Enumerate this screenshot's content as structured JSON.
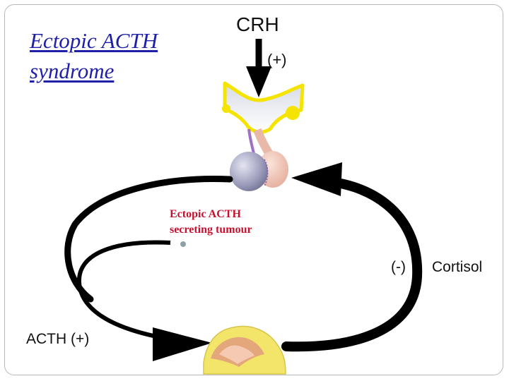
{
  "title": "Ectopic ACTH\nsyndrome",
  "labels": {
    "crh": "CRH",
    "crh_sign": "(+)",
    "tumour": "Ectopic  ACTH\n secreting tumour",
    "negative_feedback": "(-)",
    "cortisol": "Cortisol",
    "acth": "ACTH  (+)"
  },
  "colors": {
    "title": "#1f1fa8",
    "tumour_label": "#c8102e",
    "arrows": "#000000",
    "hypothalamus_edge": "#f5e300",
    "anterior_pituitary": "#9a9ab8",
    "posterior_pituitary": "#f0c0b0",
    "adrenal": "#f3e46a"
  },
  "icons": [
    "hypothalamus-pituitary-icon",
    "adrenal-gland-icon",
    "tumour-dot-icon"
  ]
}
